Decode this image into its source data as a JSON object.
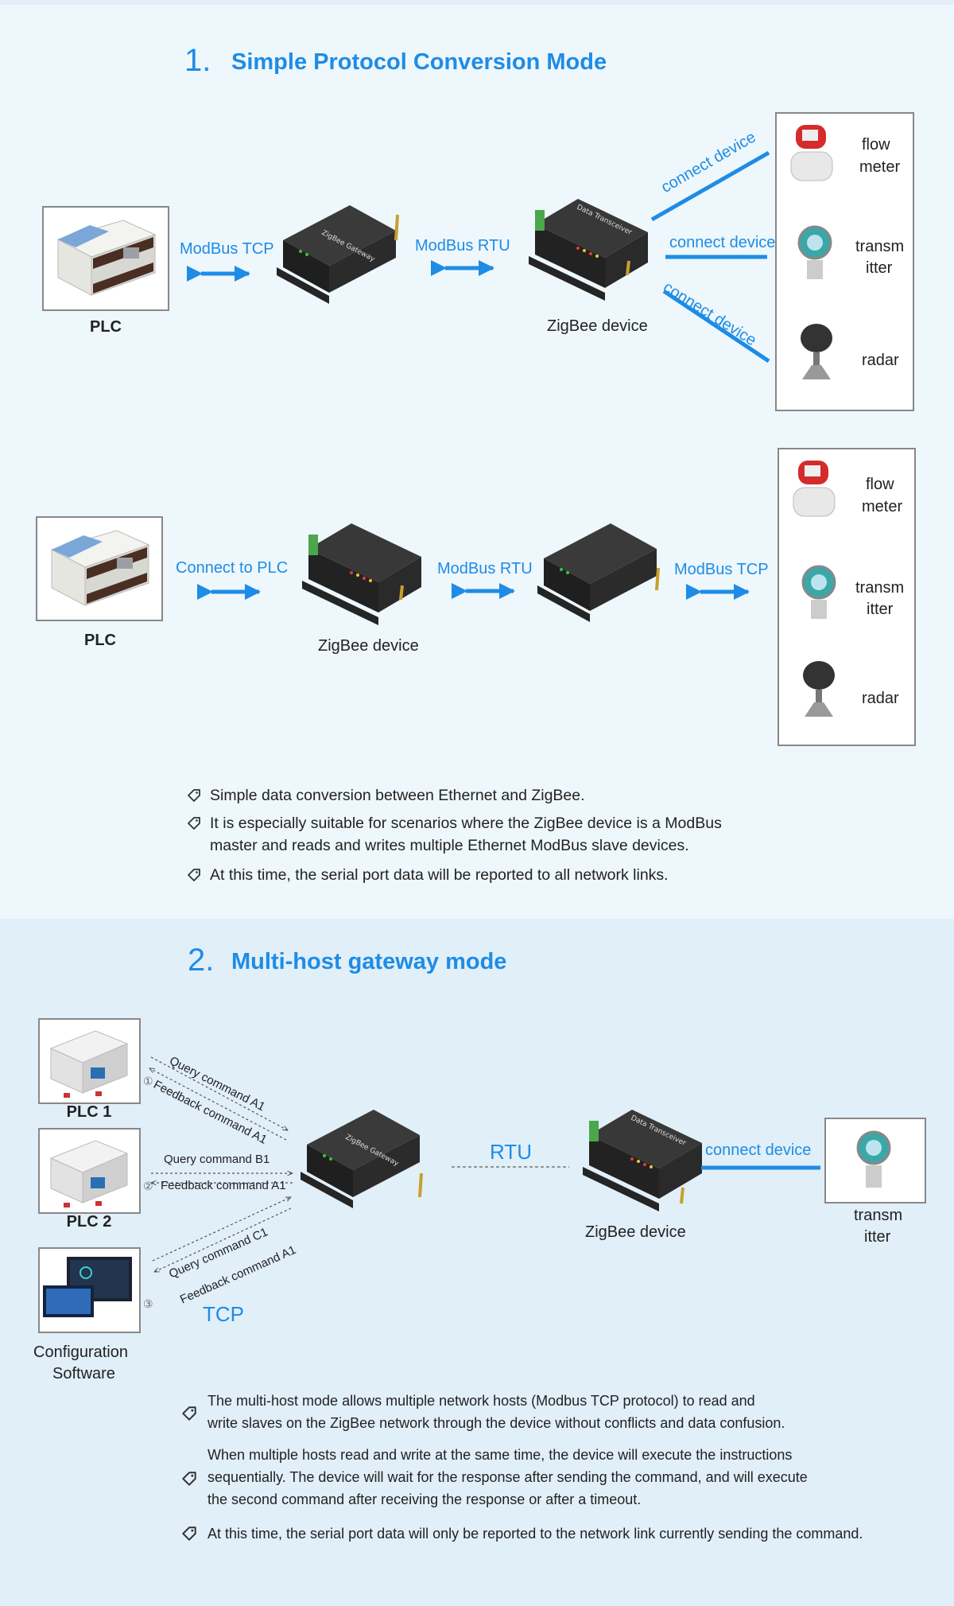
{
  "section1": {
    "number": "1.",
    "title": "Simple Protocol Conversion Mode",
    "diagram_a": {
      "plc_label": "PLC",
      "modbus_tcp": "ModBus  TCP",
      "modbus_rtu": "ModBus  RTU",
      "gateway_title": "ZigBee Gateway",
      "zigbee_device_label": "ZigBee device",
      "transceiver_title": "Data Transceiver",
      "connect1": "connect device",
      "connect2": "connect device",
      "connect3": "connect device",
      "dev1_l1": "flow",
      "dev1_l2": "meter",
      "dev2_l1": "transm",
      "dev2_l2": "itter",
      "dev3": "radar"
    },
    "diagram_b": {
      "plc_label": "PLC",
      "connect_plc": "Connect to PLC",
      "zigbee_device_label": "ZigBee device",
      "modbus_rtu": "ModBus  RTU",
      "modbus_tcp": "ModBus  TCP",
      "dev1_l1": "flow",
      "dev1_l2": "meter",
      "dev2_l1": "transm",
      "dev2_l2": "itter",
      "dev3": "radar"
    },
    "bullets": [
      "Simple data conversion between Ethernet and ZigBee.",
      "It is especially suitable for scenarios where the ZigBee device is a ModBus",
      "master and reads and writes multiple Ethernet ModBus slave devices.",
      "At this time, the serial port data will be reported to all network links."
    ]
  },
  "section2": {
    "number": "2.",
    "title": "Multi-host gateway mode",
    "plc1": "PLC 1",
    "plc2": "PLC 2",
    "config_l1": "Configuration",
    "config_l2": "Software",
    "q_a1": "Query command A1",
    "f_a1_1": "Feedback command A1",
    "q_b1": "Query command B1",
    "f_a1_2": "Feedback command A1",
    "q_c1": "Query command C1",
    "f_a1_3": "Feedback command A1",
    "n1": "①",
    "n2": "②",
    "n3": "③",
    "tcp": "TCP",
    "rtu": "RTU",
    "gateway_title": "ZigBee Gateway",
    "transceiver_title": "Data Transceiver",
    "zigbee_device_label": "ZigBee device",
    "connect": "connect device",
    "dev_l1": "transm",
    "dev_l2": "itter",
    "bullets": {
      "b1_l1": "The multi-host mode allows multiple network hosts (Modbus TCP protocol) to read and",
      "b1_l2": "write slaves on the ZigBee network through the device without conflicts and data confusion.",
      "b2_l1": "When multiple hosts read and write at the same time, the device will execute the instructions",
      "b2_l2": "sequentially. The device will wait for the response after sending the command, and will execute",
      "b2_l3": "the second command after receiving the response or after a timeout.",
      "b3": "At this time, the serial port data will only be reported to the network link currently sending the command."
    }
  },
  "colors": {
    "accent": "#1e8ce6",
    "bg1": "#eef7fc",
    "bg2": "#e1eff9"
  }
}
